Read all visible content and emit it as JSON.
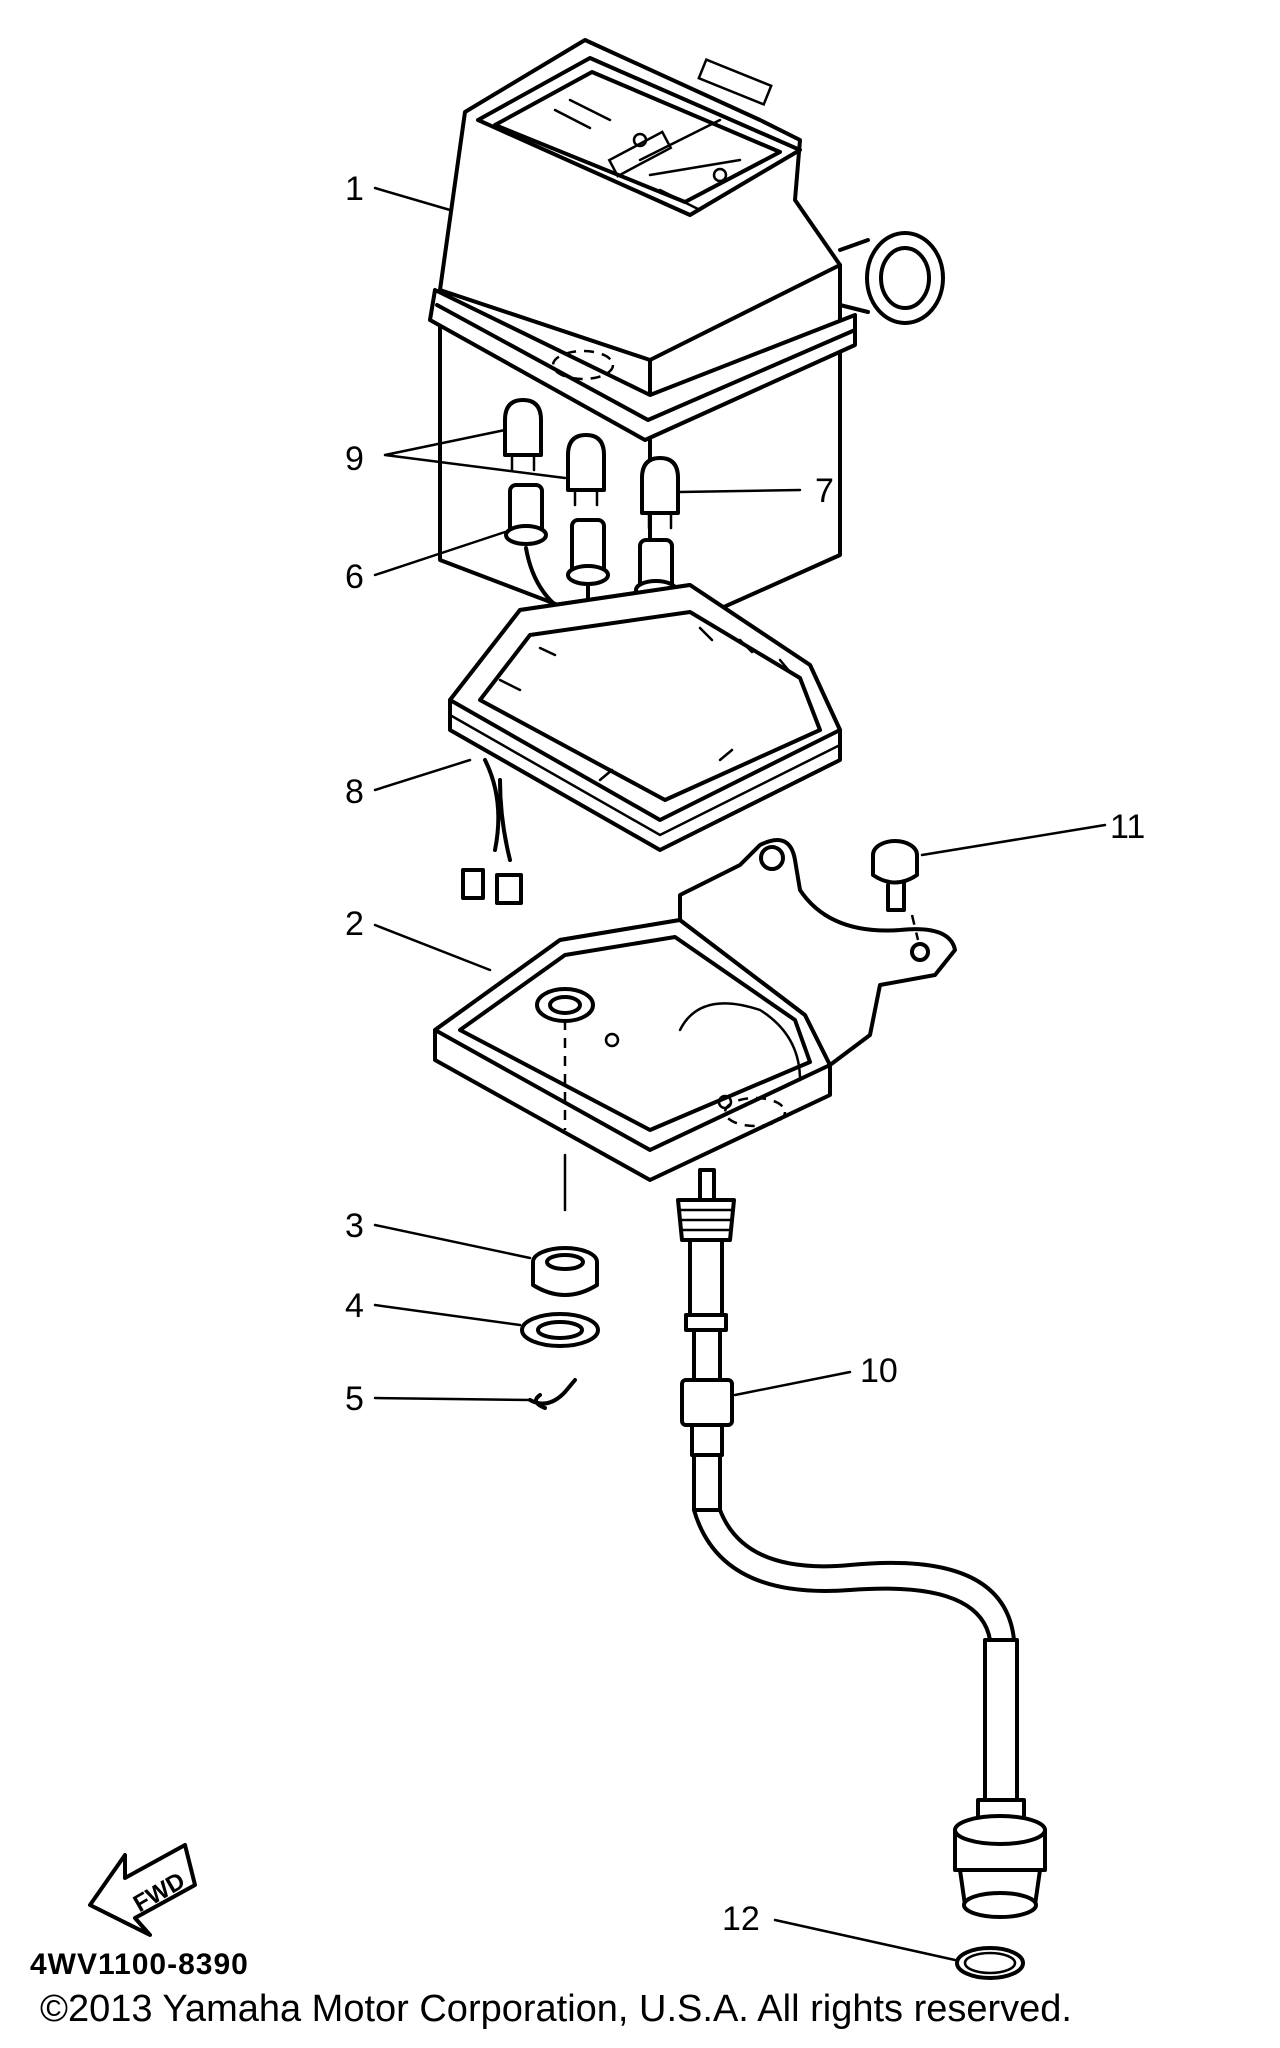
{
  "callouts": [
    "1",
    "2",
    "3",
    "4",
    "5",
    "6",
    "7",
    "8",
    "9",
    "10",
    "11",
    "12"
  ],
  "fwd_label": "FWD",
  "part_code": "4WV1100-8390",
  "copyright": "©2013 Yamaha Motor Corporation, U.S.A. All rights reserved."
}
